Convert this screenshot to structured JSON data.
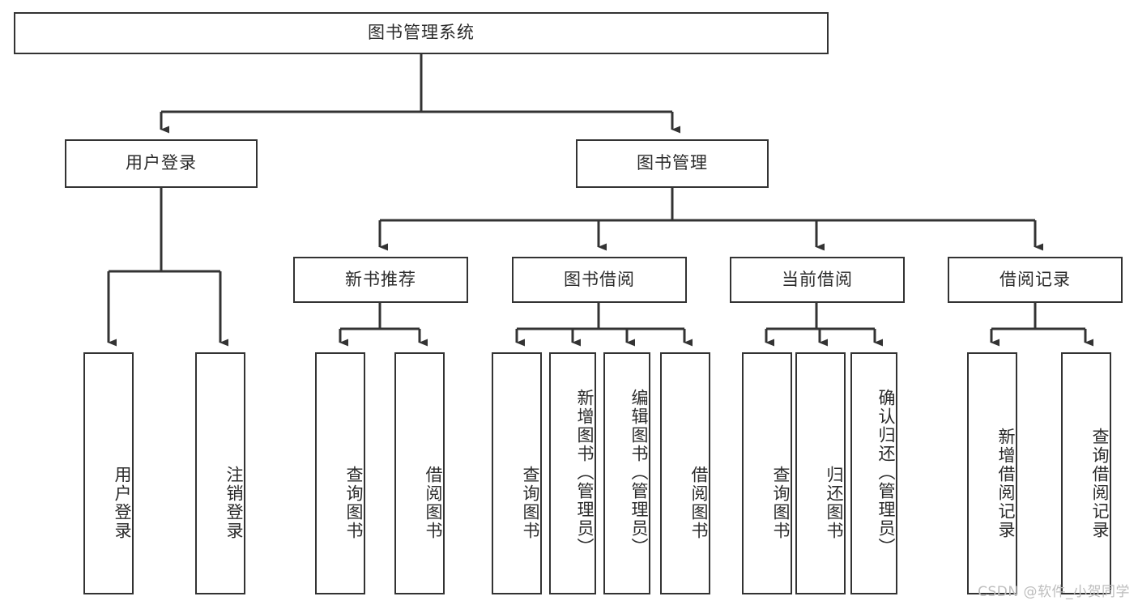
{
  "diagram": {
    "title": "图书管理系统",
    "type": "tree",
    "watermark": "CSDN @软件_小贺同学",
    "colors": {
      "box_border": "#333333",
      "box_fill": "#ffffff",
      "connector": "#333333",
      "text": "#2b2b2b",
      "watermark": "#bdbdbd"
    },
    "root": {
      "label": "图书管理系统"
    },
    "level2": [
      {
        "label": "用户登录"
      },
      {
        "label": "图书管理"
      }
    ],
    "level3": [
      {
        "label": "新书推荐"
      },
      {
        "label": "图书借阅"
      },
      {
        "label": "当前借阅"
      },
      {
        "label": "借阅记录"
      }
    ],
    "leaves": {
      "user_login": [
        {
          "label": "用户登录"
        },
        {
          "label": "注销登录"
        }
      ],
      "new_book_recommend": [
        {
          "label": "查询图书"
        },
        {
          "label": "借阅图书"
        }
      ],
      "book_borrow": [
        {
          "label": "查询图书"
        },
        {
          "label": "新增图书（管理员）"
        },
        {
          "label": "编辑图书（管理员）"
        },
        {
          "label": "借阅图书"
        }
      ],
      "current_borrow": [
        {
          "label": "查询图书"
        },
        {
          "label": "归还图书"
        },
        {
          "label": "确认归还（管理员）"
        }
      ],
      "borrow_record": [
        {
          "label": "新增借阅记录"
        },
        {
          "label": "查询借阅记录"
        }
      ]
    }
  }
}
